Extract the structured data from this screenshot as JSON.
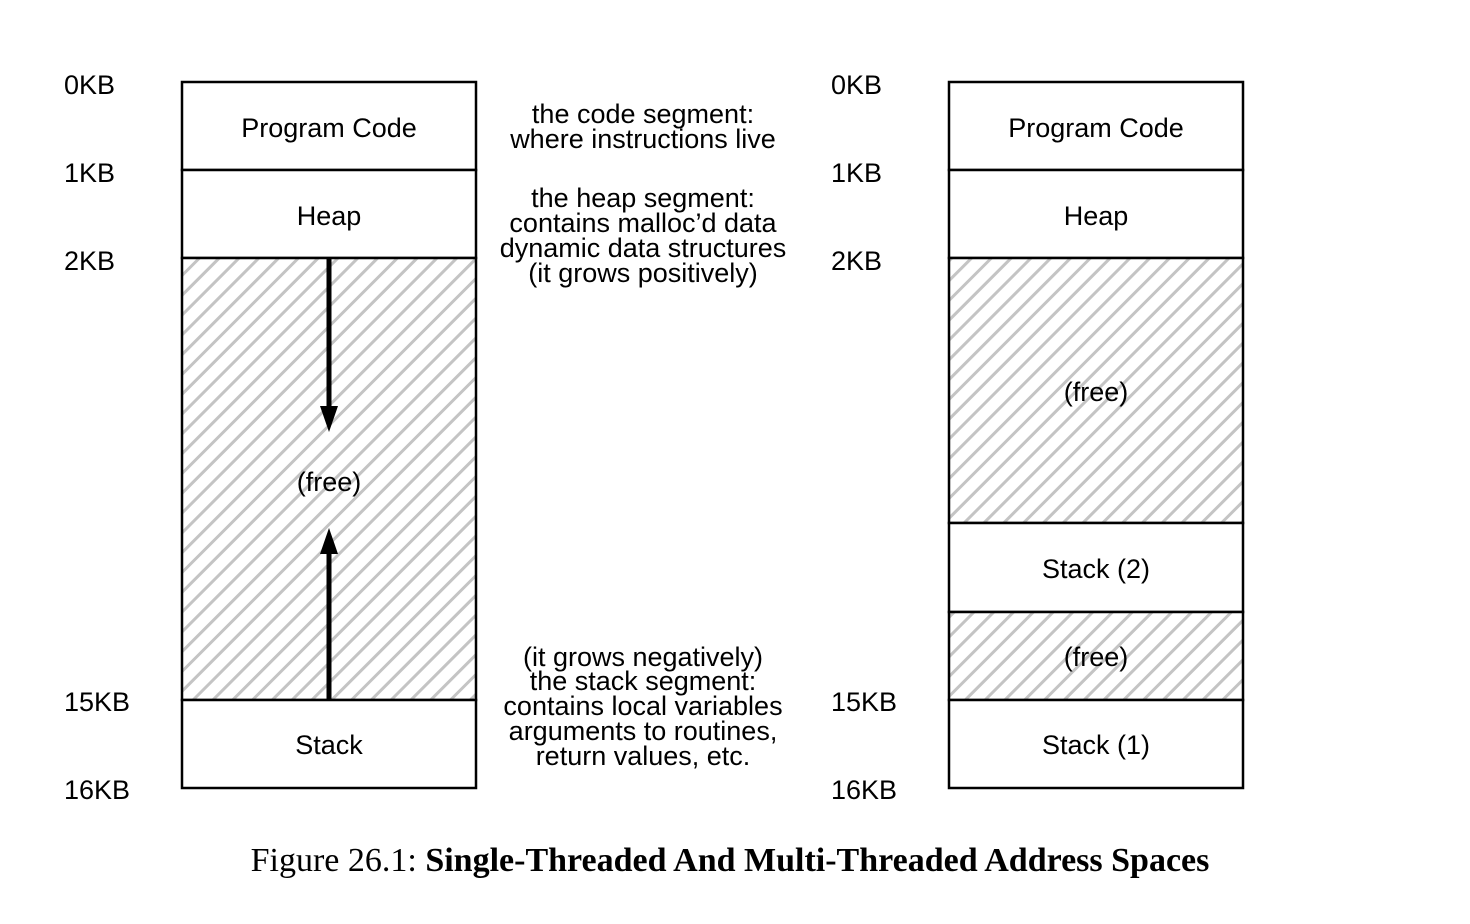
{
  "left": {
    "addresses": [
      "0KB",
      "1KB",
      "2KB",
      "15KB",
      "16KB"
    ],
    "segments": [
      "Program Code",
      "Heap",
      "(free)",
      "Stack"
    ]
  },
  "notes": {
    "code": [
      "the code segment:",
      "where instructions live"
    ],
    "heap": [
      "the heap segment:",
      "contains malloc’d data",
      "dynamic data structures",
      "(it grows positively)"
    ],
    "stack": [
      "(it grows negatively)",
      "the stack segment:",
      "contains local variables",
      "arguments to routines,",
      "return values, etc."
    ]
  },
  "right": {
    "addresses": [
      "0KB",
      "1KB",
      "2KB",
      "15KB",
      "16KB"
    ],
    "segments": [
      "Program Code",
      "Heap",
      "(free)",
      "Stack (2)",
      "(free)",
      "Stack (1)"
    ]
  },
  "caption": {
    "prefix": "Figure 26.1:",
    "title": "Single-Threaded And Multi-Threaded Address Spaces"
  }
}
